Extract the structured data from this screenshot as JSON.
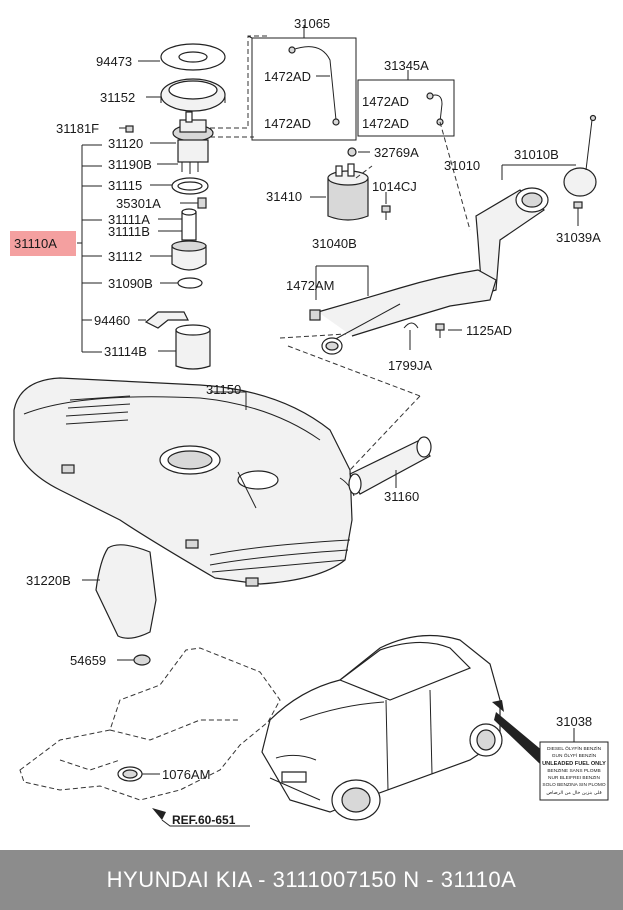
{
  "labels": {
    "p94473": "94473",
    "p31152": "31152",
    "p31181F": "31181F",
    "p31120": "31120",
    "p31190B": "31190B",
    "p31115": "31115",
    "p35301A": "35301A",
    "p31111A": "31111A",
    "p31111B": "31111B",
    "p31110A": "31110A",
    "p31112": "31112",
    "p31090B": "31090B",
    "p94460": "94460",
    "p31114B": "31114B",
    "p31150": "31150",
    "p31220B": "31220B",
    "p54659": "54659",
    "p1076AM": "1076AM",
    "ref": "REF.60-651",
    "p31065": "31065",
    "p1472AD_1": "1472AD",
    "p1472AD_2": "1472AD",
    "p31345A": "31345A",
    "p1472AD_3": "1472AD",
    "p1472AD_4": "1472AD",
    "p32769A": "32769A",
    "p31010": "31010",
    "p31010B": "31010B",
    "p1014CJ": "1014CJ",
    "p31410": "31410",
    "p31039A": "31039A",
    "p31040B": "31040B",
    "p1472AM": "1472AM",
    "p1125AD": "1125AD",
    "p1799JA": "1799JA",
    "p31160": "31160",
    "p31038": "31038"
  },
  "fuel_label": {
    "line1": "DIESEL ÖLYFİN BENZİN",
    "line2": "GUN ÖLYFİ BENZİN",
    "line3": "UNLEADED FUEL ONLY",
    "line4": "BENZINE SANS PLOMB",
    "line5": "NUR BLEIFREI BENZIN",
    "line6": "SOLO BENZINA SIN PLOMO",
    "line7": "قلى بنزين خال من الرصاص"
  },
  "footer": {
    "text": "HYUNDAI  KIA - 3111007150     N - 31110A"
  },
  "colors": {
    "highlight": "#f4a0a0",
    "footer_bg": "#8c8c8c"
  }
}
